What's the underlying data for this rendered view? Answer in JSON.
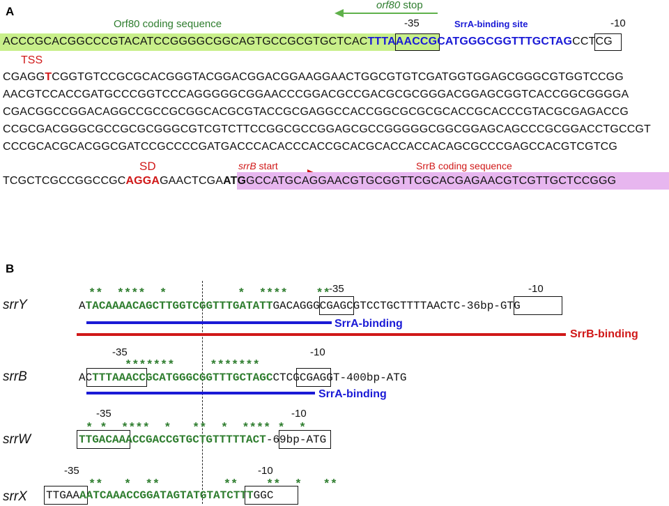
{
  "panelA": {
    "label": "A",
    "orf80_coding_label": "Orf80 coding sequence",
    "orf80_stop_italic": "orf80",
    "orf80_stop_rest": " stop",
    "minus35": "-35",
    "minus10": "-10",
    "srra_site_label": "SrrA-binding site",
    "line1_a": "ACCCGCACGGCCCGTACATCCGGGGCGGCAGTGCCGCGTGCTCAC",
    "line1_box35": "TTTAAA",
    "line1_blue": "CCGCATGGGCGGTTTGC",
    "line1_box10": "TAG",
    "line1_end": "CCTCG",
    "tss_label": "TSS",
    "line2_a": "CGAGG",
    "line2_T": "T",
    "line2_b": "CGGTGTCCGCGCACGGGTACGGACGGACGGAAGGAACTGGCGTGTCGATGGTGGAGCGGGCGTGGTCCGG",
    "line3": "AACGTCCACCGATGCCCGGTCCCAGGGGGCGGAACCCGGACGCCGACGCGCGGGACGGAGCGGTCACCGGCGGGGA",
    "line4": "CGACGGCCGGACAGGCCGCCGCGGCACGCGTACCGCGAGGCCACCGGCGCGCGCACCGCACCCGTACGCGAGACCG",
    "line5": "CCGCGACGGGCGCCGCGCGGGCGTCGTCTTCCGGCGCCGGAGCGCCGGGGGCGGCGGAGCAGCCCGCGGACCTGCCGT",
    "line6": "CCCGCACGCACGGCGATCCGCCCCGATGACCCACACCCACCGCACGCACCACCACAGCGCCCGAGCCACGTCGTCG",
    "sd_label": "SD",
    "srrb_start_italic": "srrB",
    "srrb_start_rest": " start",
    "srrb_coding_label": "SrrB coding sequence",
    "line7_a": "TCGCTCGCCGGCCGC",
    "line7_sd": "AGGA",
    "line7_b": "GAACTCGA",
    "line7_atg": "ATG",
    "line7_c": "GCCATGCAGGAACGTGCGGTTCGCACGAGAACGTCGTTGCTCCGGG"
  },
  "panelB": {
    "label": "B",
    "srrY": {
      "name": "srrY",
      "stars": "**  ****  *          *  ****    **",
      "minus35": "-35",
      "minus10": "-10",
      "s1": "A",
      "s2": "TACAAAACAGCTTGGTCGGTTTGATATT",
      "s3": "GACAGGGCGAGCGTCCTGCTTTTAACTC",
      "s4": "-36bp-GTG",
      "srra_label": "SrrA-binding",
      "srrb_label": "SrrB-binding"
    },
    "srrB": {
      "name": "srrB",
      "stars": "*******     *******",
      "minus35": "-35",
      "minus10": "-10",
      "s1": "AC",
      "s2": "TTTAAACCGCATGGGCGGTTTGCTAGC",
      "s3": "CTCGCGAGGT-400bp-ATG",
      "srra_label": "SrrA-binding"
    },
    "srrW": {
      "name": "srrW",
      "stars": "* *  ****  *   **  *  **** *  *",
      "minus35": "-35",
      "minus10": "-10",
      "s1": "TTGACAAACCGACCGTGCTGTTTTTACT",
      "s2": "-69bp-ATG"
    },
    "srrX": {
      "name": "srrX",
      "stars": "**   *  **         **    **  *   **",
      "minus35": "-35",
      "minus10": "-10",
      "s1": "TTGAA",
      "s2": "AATCAAACCGGATAGTATGTATCTTT",
      "s3": "GGC"
    }
  },
  "colors": {
    "green_highlight": "#c8ef8a",
    "purple_highlight": "#e7b6ef",
    "blue": "#1a1ad6",
    "red": "#d01818",
    "green": "#2e7d2e"
  }
}
